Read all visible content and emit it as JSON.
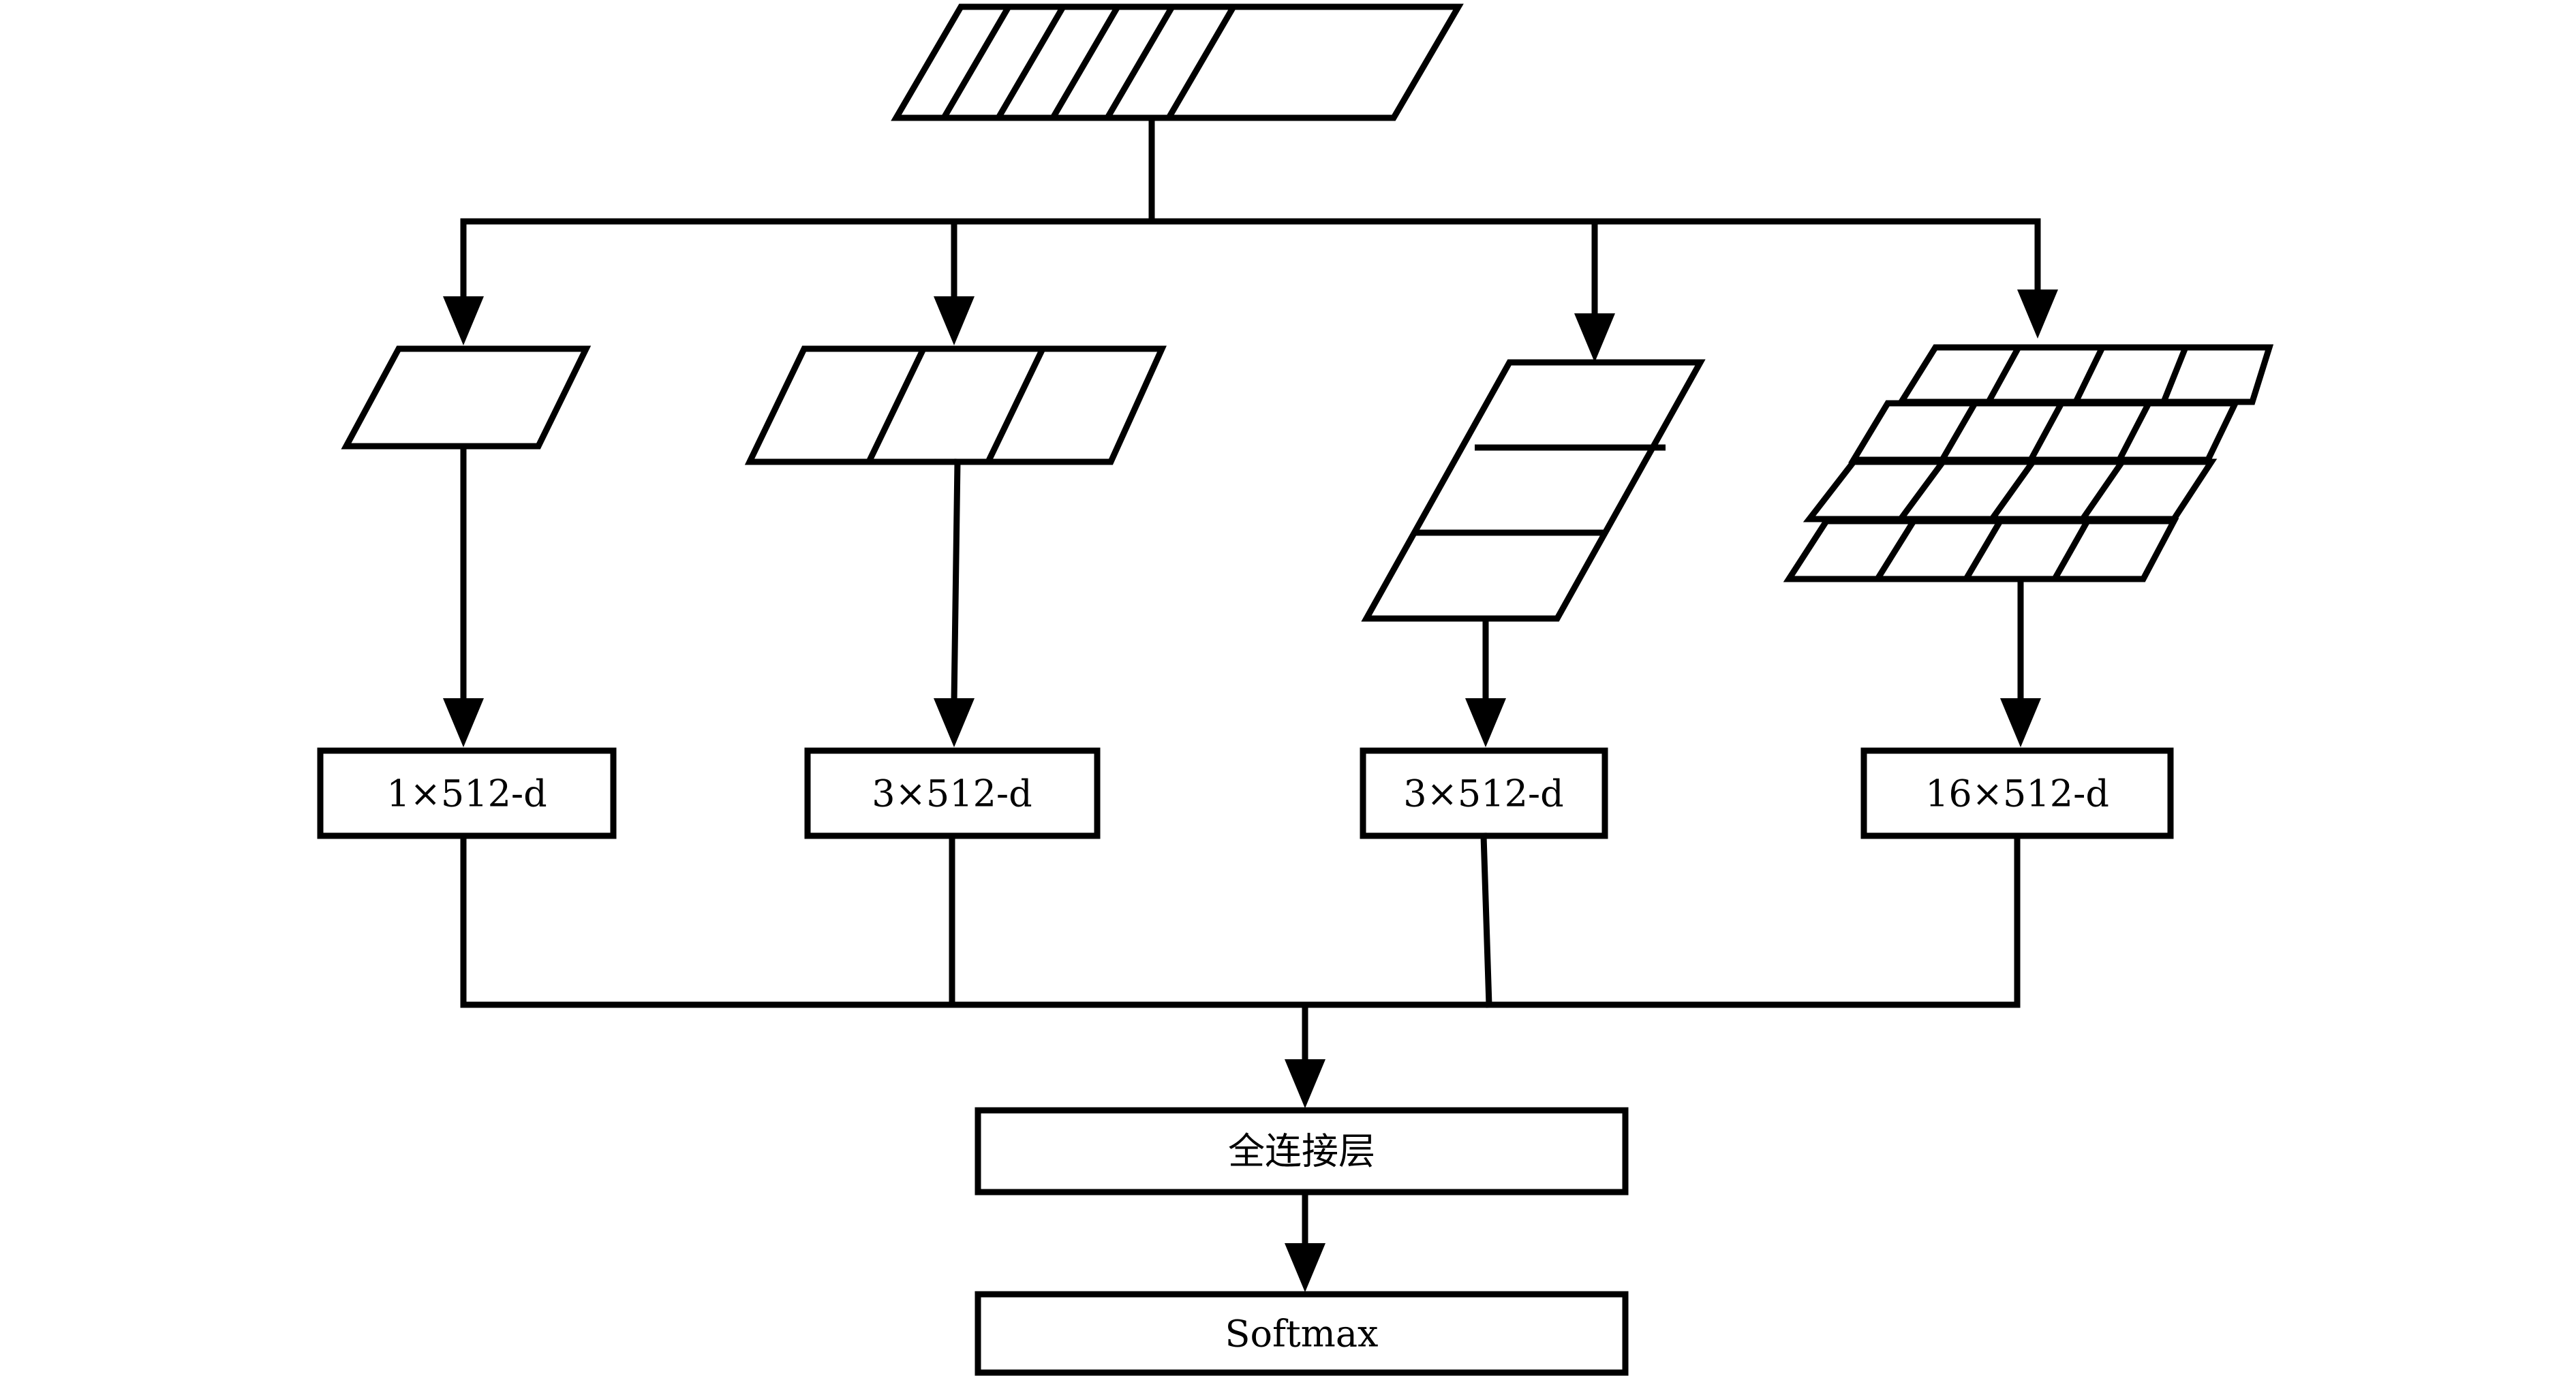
{
  "diagram": {
    "vectors": {
      "v1": "1×512-d",
      "v2": "3×512-d",
      "v3": "3×512-d",
      "v4": "16×512-d"
    },
    "fc_layer": "全连接层",
    "softmax": "Softmax"
  }
}
